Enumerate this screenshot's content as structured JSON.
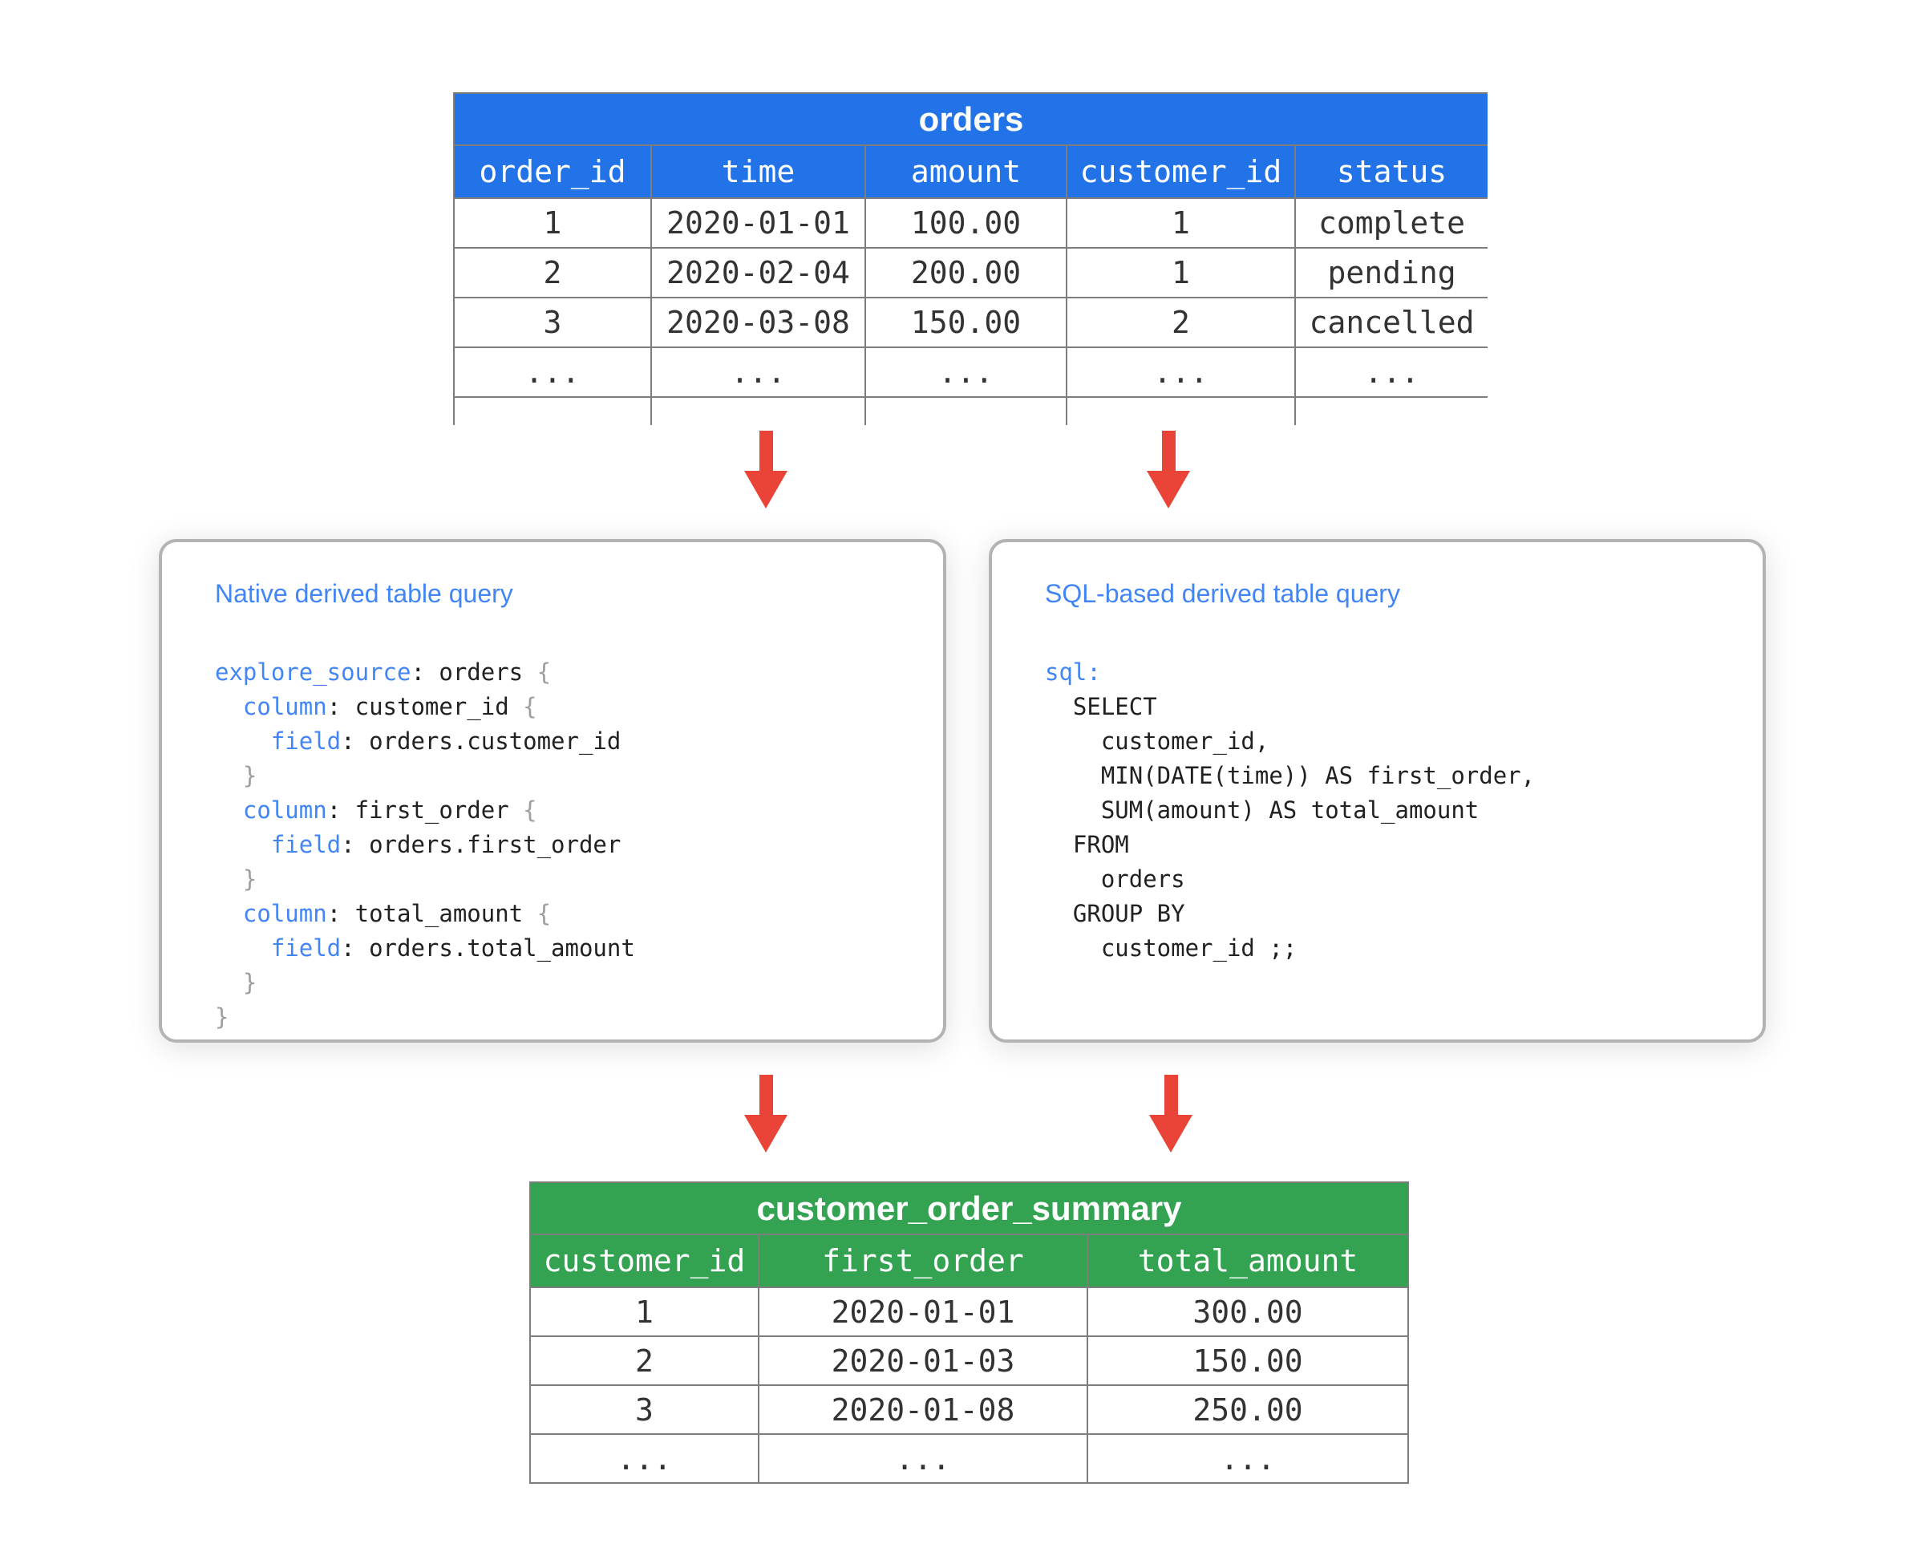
{
  "colors": {
    "blue_header": "#2373e8",
    "green_header": "#34a351",
    "arrow_red": "#e94437",
    "title_blue": "#4285f4",
    "code_keyword_blue": "#4285f4",
    "code_brace_gray": "#9e9e9e",
    "code_text": "#212121",
    "cell_text": "#333333",
    "border_gray": "#7d7d7d",
    "panel_border_gray": "#b3b3b3"
  },
  "orders_table": {
    "title": "orders",
    "columns": [
      "order_id",
      "time",
      "amount",
      "customer_id",
      "status"
    ],
    "rows": [
      [
        "1",
        "2020-01-01",
        "100.00",
        "1",
        "complete"
      ],
      [
        "2",
        "2020-02-04",
        "200.00",
        "1",
        "pending"
      ],
      [
        "3",
        "2020-03-08",
        "150.00",
        "2",
        "cancelled"
      ],
      [
        "...",
        "...",
        "...",
        "...",
        "..."
      ]
    ]
  },
  "native_panel": {
    "title": "Native derived table query",
    "code": [
      [
        {
          "t": "explore_source",
          "c": "kw"
        },
        {
          "t": ": orders ",
          "c": ""
        },
        {
          "t": "{",
          "c": "brace"
        }
      ],
      [
        {
          "t": "  ",
          "c": ""
        },
        {
          "t": "column",
          "c": "kw"
        },
        {
          "t": ": customer_id ",
          "c": ""
        },
        {
          "t": "{",
          "c": "brace"
        }
      ],
      [
        {
          "t": "    ",
          "c": ""
        },
        {
          "t": "field",
          "c": "kw"
        },
        {
          "t": ": orders.customer_id",
          "c": ""
        }
      ],
      [
        {
          "t": "  }",
          "c": "brace"
        }
      ],
      [
        {
          "t": "  ",
          "c": ""
        },
        {
          "t": "column",
          "c": "kw"
        },
        {
          "t": ": first_order ",
          "c": ""
        },
        {
          "t": "{",
          "c": "brace"
        }
      ],
      [
        {
          "t": "    ",
          "c": ""
        },
        {
          "t": "field",
          "c": "kw"
        },
        {
          "t": ": orders.first_order",
          "c": ""
        }
      ],
      [
        {
          "t": "  }",
          "c": "brace"
        }
      ],
      [
        {
          "t": "  ",
          "c": ""
        },
        {
          "t": "column",
          "c": "kw"
        },
        {
          "t": ": total_amount ",
          "c": ""
        },
        {
          "t": "{",
          "c": "brace"
        }
      ],
      [
        {
          "t": "    ",
          "c": ""
        },
        {
          "t": "field",
          "c": "kw"
        },
        {
          "t": ": orders.total_amount",
          "c": ""
        }
      ],
      [
        {
          "t": "  }",
          "c": "brace"
        }
      ],
      [
        {
          "t": "}",
          "c": "brace"
        }
      ]
    ]
  },
  "sql_panel": {
    "title": "SQL-based derived table query",
    "code": [
      [
        {
          "t": "sql",
          "c": "kw"
        },
        {
          "t": ":",
          "c": "kw"
        }
      ],
      [
        {
          "t": "  SELECT",
          "c": ""
        }
      ],
      [
        {
          "t": "    customer_id,",
          "c": ""
        }
      ],
      [
        {
          "t": "    MIN(DATE(time)) AS first_order,",
          "c": ""
        }
      ],
      [
        {
          "t": "    SUM(amount) AS total_amount",
          "c": ""
        }
      ],
      [
        {
          "t": "  FROM",
          "c": ""
        }
      ],
      [
        {
          "t": "    orders",
          "c": ""
        }
      ],
      [
        {
          "t": "  GROUP BY",
          "c": ""
        }
      ],
      [
        {
          "t": "    customer_id ;;",
          "c": ""
        }
      ]
    ]
  },
  "summary_table": {
    "title": "customer_order_summary",
    "columns": [
      "customer_id",
      "first_order",
      "total_amount"
    ],
    "rows": [
      [
        "1",
        "2020-01-01",
        "300.00"
      ],
      [
        "2",
        "2020-01-03",
        "150.00"
      ],
      [
        "3",
        "2020-01-08",
        "250.00"
      ],
      [
        "...",
        "...",
        "..."
      ]
    ]
  }
}
